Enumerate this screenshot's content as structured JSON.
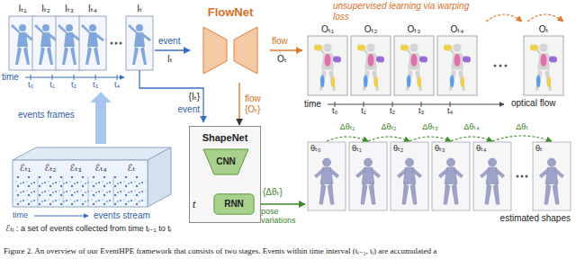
{
  "diagram": {
    "caption": "Figure 2. An overview of our EventHPE framework that consists of two stages. Events within time interval (tᵢ₋₁, tᵢ) are accumulated a",
    "nodes": [
      {
        "text": [
          "FlowNet"
        ]
      },
      {
        "text": [
          "ShapeNet"
        ]
      },
      {
        "text": [
          "CNN"
        ],
        "in": 1
      },
      {
        "text": [
          "RNN"
        ],
        "in": 1
      }
    ],
    "edges": [
      {
        "from": 0,
        "to": 1,
        "arrow": "to",
        "label": "flow {Oₜ}"
      },
      {
        "from": 2,
        "to": 3,
        "arrow": "to"
      }
    ],
    "labels": [
      "Iₜ₁",
      "Iₜ₂",
      "Iₜ₃",
      "Iₜ₄",
      "Iₜ",
      "t₀",
      "t₁",
      "t₂",
      "t₃",
      "t₄",
      "time",
      "events frames",
      "ℰₜ₁",
      "ℰₜ₂",
      "ℰₜ₃",
      "ℰₜ₄",
      "ℰₜ",
      "time",
      "events stream",
      "ℰₜᵢ : a set of events collected from time tᵢ₋₁ to tᵢ",
      "event",
      "Iₜ",
      "flow",
      "Oₜ",
      "{Iₜ}",
      "event",
      "t",
      "{Δθₜ}",
      "pose variations",
      "unsupervised learning via warping loss",
      "Oₜ₁",
      "Oₜ₂",
      "Oₜ₃",
      "Oₜ₄",
      "Oₜ",
      "optical flow",
      "time",
      "t₀",
      "t₁",
      "t₂",
      "t₃",
      "t₄",
      "Δθₜ₁",
      "Δθₜ₂",
      "Δθₜ₃",
      "Δθₜ₄",
      "Δθₜ",
      "θₜ₀",
      "θₜ₁",
      "θₜ₂",
      "θₜ₃",
      "θₜ₄",
      "θₜ",
      "estimated shapes"
    ]
  }
}
